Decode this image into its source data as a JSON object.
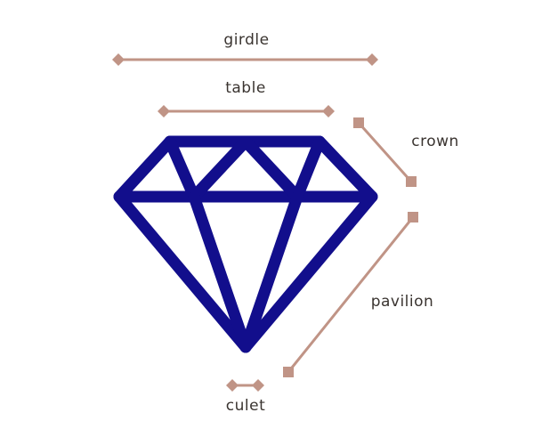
{
  "colors": {
    "diamond_stroke": "#120e8c",
    "dimension_line": "#c09486",
    "label_text": "#3a3430",
    "background": "#ffffff"
  },
  "labels": {
    "girdle": "girdle",
    "table": "table",
    "crown": "crown",
    "pavilion": "pavilion",
    "culet": "culet"
  }
}
